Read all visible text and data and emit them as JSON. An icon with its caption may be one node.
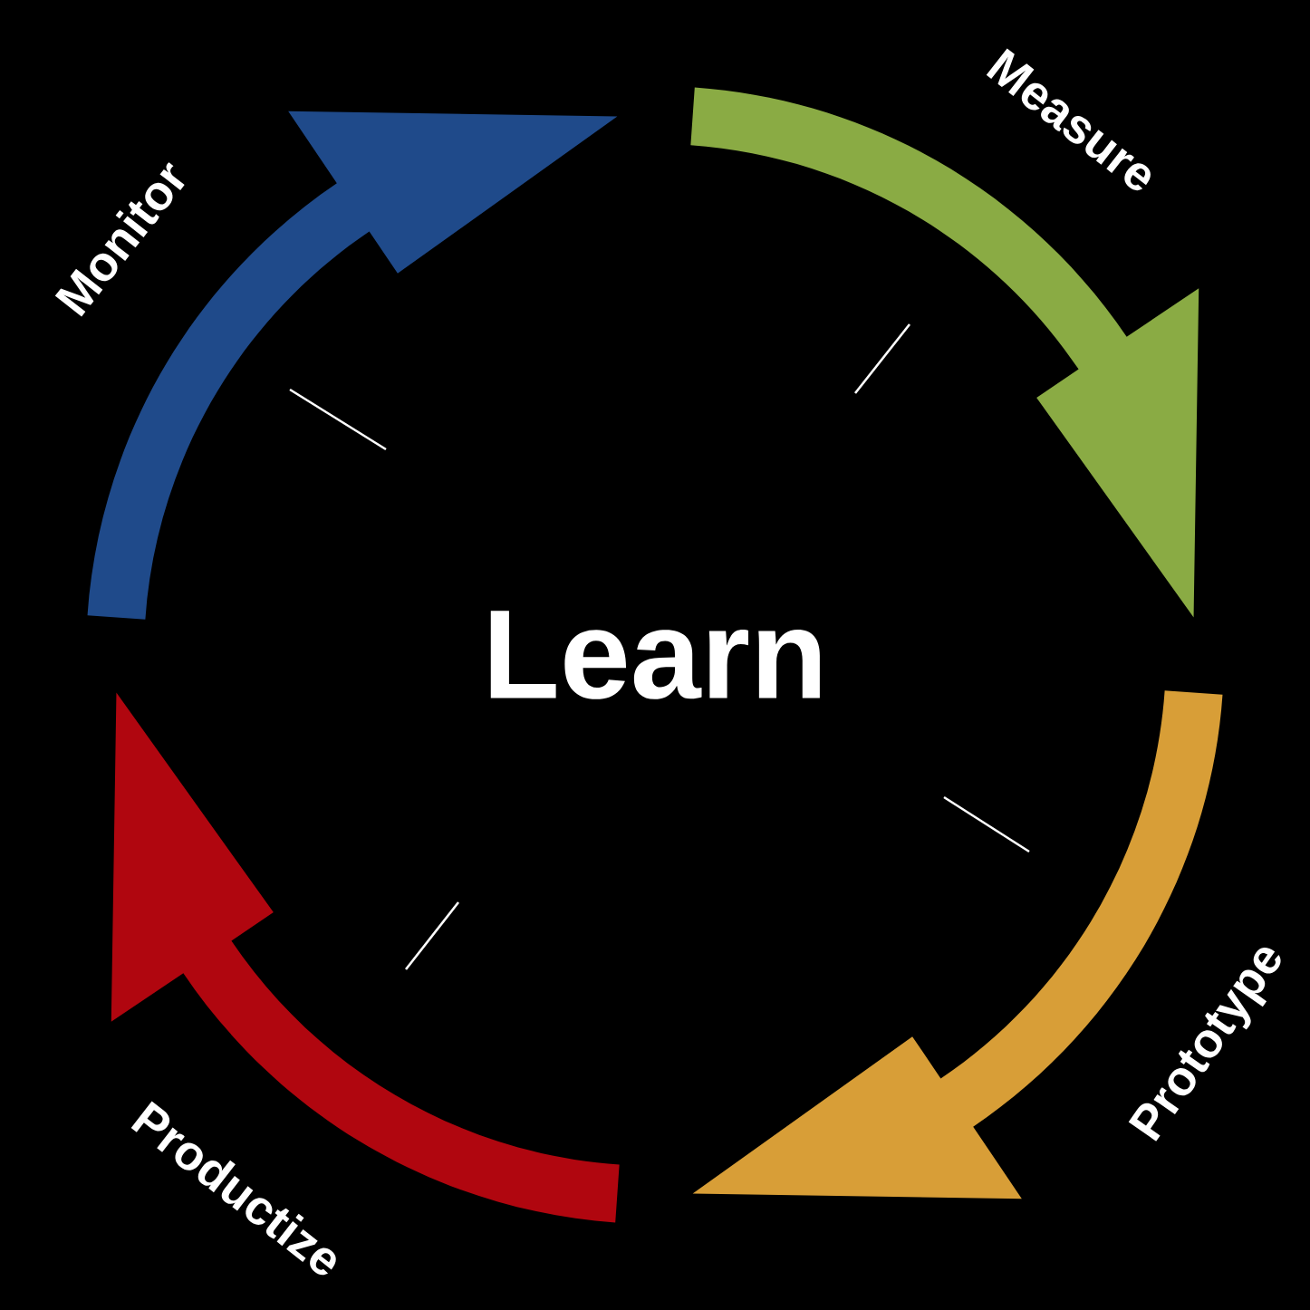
{
  "diagram": {
    "nodes": [
      {
        "text": [
          "Monitor"
        ]
      },
      {
        "text": [
          "Measure"
        ]
      },
      {
        "text": [
          "Prototype"
        ]
      },
      {
        "text": [
          "Productize"
        ]
      }
    ],
    "labels": [
      "Learn"
    ]
  }
}
